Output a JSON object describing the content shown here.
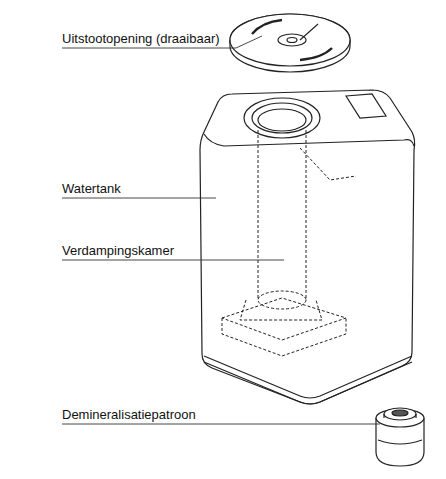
{
  "diagram": {
    "labels": [
      "Uitstootopening (draaibaar)",
      "Watertank",
      "Verdampingskamer",
      "Demineralisatiepatroon"
    ]
  }
}
